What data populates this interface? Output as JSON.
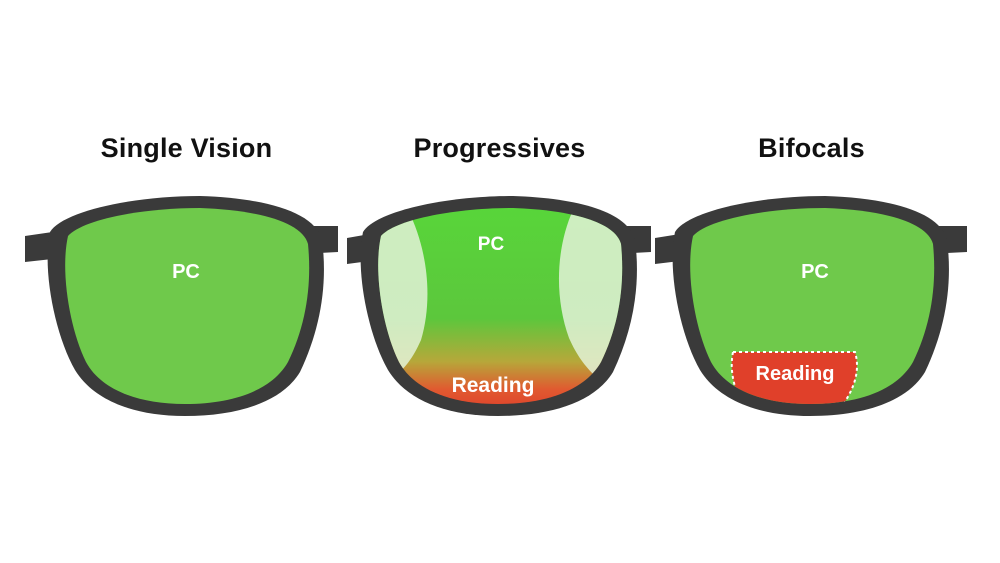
{
  "panels": [
    {
      "title": "Single Vision",
      "zones": [
        "PC"
      ]
    },
    {
      "title": "Progressives",
      "zones": [
        "PC",
        "Reading"
      ]
    },
    {
      "title": "Bifocals",
      "zones": [
        "PC",
        "Reading"
      ]
    }
  ],
  "colors": {
    "frame": "#3a3a3a",
    "lens_green": "#6fc94b",
    "progressive_green": "#5ad63c",
    "reading_red": "#e0402a",
    "side_zone": "#e3f2d8"
  }
}
